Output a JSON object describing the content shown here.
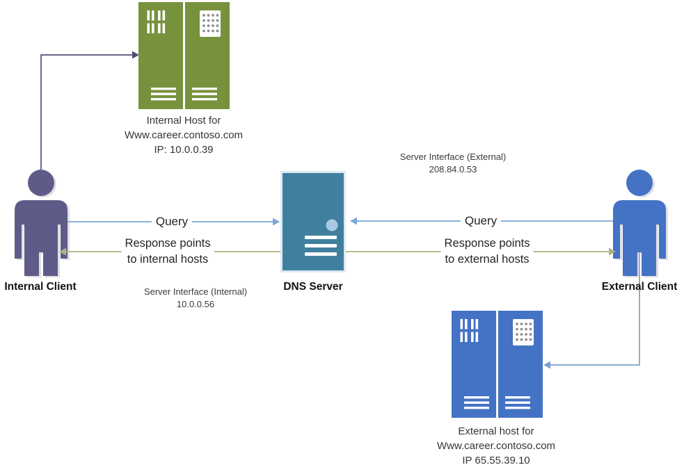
{
  "diagram": {
    "nodes": {
      "internal_host": {
        "icon": "server-rack-icon",
        "color": "#76923D",
        "label_lines": [
          "Internal Host for",
          "Www.career.contoso.com",
          "IP: 10.0.0.39"
        ]
      },
      "internal_client": {
        "icon": "person-icon",
        "color": "#5F5B88",
        "label": "Internal Client"
      },
      "dns_server": {
        "icon": "server-tower-icon",
        "color": "#40809E",
        "label": "DNS Server"
      },
      "external_client": {
        "icon": "person-icon",
        "color": "#4472C4",
        "label": "External Client"
      },
      "external_host": {
        "icon": "server-rack-icon",
        "color": "#4472C4",
        "label_lines": [
          "External host for",
          "Www.career.contoso.com",
          "IP 65.55.39.10"
        ]
      }
    },
    "annotations": {
      "server_interface_external": [
        "Server Interface (External)",
        "208.84.0.53"
      ],
      "server_interface_internal": [
        "Server Interface (Internal)",
        "10.0.0.56"
      ],
      "query_internal": "Query",
      "response_internal": [
        "Response points",
        "to internal hosts"
      ],
      "query_external": "Query",
      "response_external": [
        "Response points",
        "to external hosts"
      ]
    },
    "line_colors": {
      "query_line": "#7CA6D8",
      "response_line": "#AFB184",
      "internal_client_to_host": "#504E76",
      "external_client_to_host": "#79A0CC"
    }
  }
}
